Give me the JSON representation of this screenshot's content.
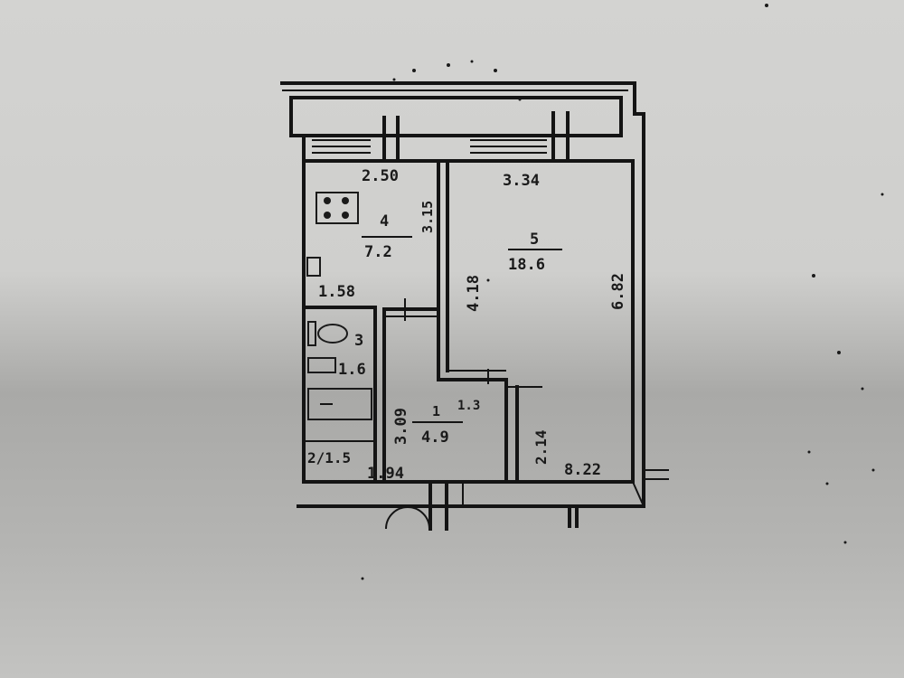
{
  "plan": {
    "top_left_dimension": "2.50",
    "top_right_dimension": "3.34",
    "kitchen_vertical_dimension": "3.15",
    "kitchen_room_number": "4",
    "kitchen_area": "7.2",
    "room_number": "5",
    "room_area": "18.6",
    "room_vertical_dimension": "4.18",
    "right_wall_dimension": "6.82",
    "bath_width_dimension": "1.58",
    "toilet_room_number": "3",
    "bath_area": "1.6",
    "hall_vertical_dimension": "3.09",
    "hall_room_number": "1",
    "hall_area": "4.9",
    "hall_small_dimension": "1.3",
    "lower_right_vertical_dimension": "2.14",
    "storage_label": "2/1.5",
    "hall_width_dimension": "1.94",
    "bottom_right_dimension": "8.22"
  },
  "colors": {
    "paper": "#cfcfcd",
    "ink": "#141414"
  }
}
